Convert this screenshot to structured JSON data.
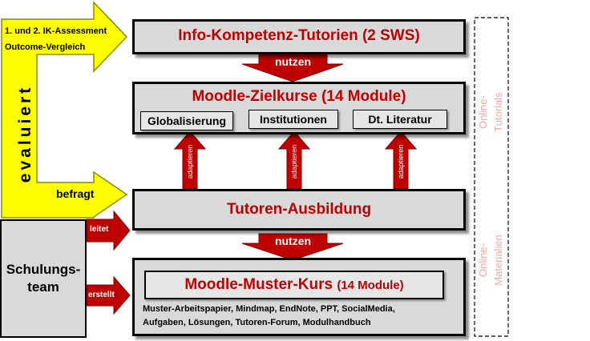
{
  "boxes": {
    "info": "Info-Kompetenz-Tutorien (2 SWS)",
    "moodle_ziel": "Moodle-Zielkurse (14 Module)",
    "tutoren": "Tutoren-Ausbildung",
    "muster_title": "Moodle-Muster-Kurs",
    "muster_suffix": "(14 Module)",
    "muster_line1": "Muster-Arbeitspapier,  Mindmap,  EndNote, PPT, SocialMedia,",
    "muster_line2": "Aufgaben, Lösungen,  Tutoren-Forum,  Modulhandbuch"
  },
  "subcourses": [
    "Globalisierung",
    "Institutionen",
    "Dt. Literatur"
  ],
  "arrows": {
    "nutzen_top": "nutzen",
    "nutzen_bottom": "nutzen",
    "adaptieren": [
      "adaptieren",
      "adaptieren",
      "adaptieren"
    ],
    "leitet": "leitet",
    "erstellt": "erstellt",
    "evaluiert": "evaluiert",
    "assessment_line1": "1. und  2. IK-Assessment",
    "assessment_line2": "Outcome-Vergleich",
    "befragt": "befragt"
  },
  "team": "Schulungs-\nteam",
  "side": {
    "online_tutorials": "Online-\nTutorials",
    "online_materialien": "Online-\nMaterialien"
  },
  "colors": {
    "arrow_red": "#c00000",
    "arrow_yellow": "#ffff00",
    "box_fill": "#d9d9d9",
    "title_red": "#c00000",
    "side_pink": "#f4a6a6"
  }
}
